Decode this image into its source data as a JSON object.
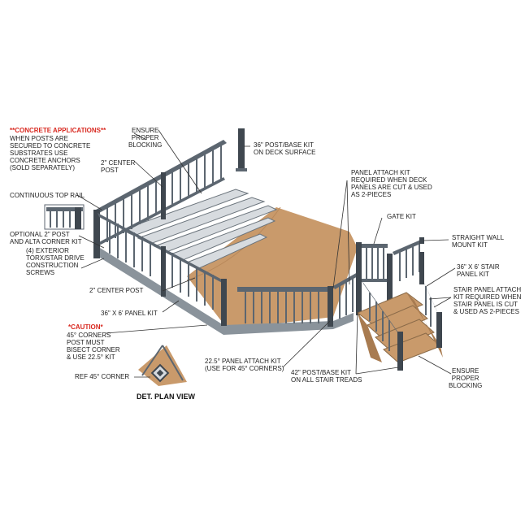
{
  "labels": {
    "concrete_title": "**CONCRETE APPLICATIONS**",
    "concrete_body": "WHEN POSTS ARE\nSECURED TO CONCRETE\nSUBSTRATES USE\nCONCRETE ANCHORS\n(SOLD SEPARATELY)",
    "ensure_proper_blocking_top": "ENSURE\nPROPER\nBLOCKING",
    "center_post_top": "2\" CENTER\nPOST",
    "continuous_top_rail": "CONTINUOUS TOP RAIL",
    "optional_corner_kit": "OPTIONAL 2\" POST\nAND ALTA CORNER KIT",
    "exterior_screws": "(4) EXTERIOR\nTORX/STAR DRIVE\nCONSTRUCTION\nSCREWS",
    "center_post_bottom": "2\" CENTER POST",
    "panel_kit_36x6": "36\" X 6' PANEL KIT",
    "caution_title": "*CAUTION*",
    "caution_body": "45° CORNERS\nPOST MUST\nBISECT CORNER\n& USE 22.5° KIT",
    "ref_45_corner": "REF 45° CORNER",
    "det_plan_view": "DET. PLAN VIEW",
    "post_base_kit_36": "36\" POST/BASE KIT\nON DECK SURFACE",
    "panel_attach_kit": "PANEL ATTACH KIT\nREQUIRED WHEN DECK\nPANELS ARE CUT & USED\nAS 2-PIECES",
    "gate_kit": "GATE KIT",
    "straight_wall_mount": "STRAIGHT WALL\nMOUNT KIT",
    "stair_panel_kit": "36\" X 6' STAIR\nPANEL KIT",
    "stair_panel_attach": "STAIR PANEL ATTACH\nKIT REQUIRED WHEN\nSTAIR PANEL IS CUT\n& USED AS 2-PIECES",
    "panel_attach_22_5": "22.5° PANEL ATTACH KIT\n(USE FOR 45° CORNERS)",
    "post_base_kit_42": "42\" POST/BASE KIT\nON ALL STAIR TREADS",
    "ensure_proper_blocking_bottom": "ENSURE\nPROPER\nBLOCKING"
  },
  "colors": {
    "rail": "#5c6670",
    "rail_dark": "#3f474f",
    "deck": "#c99a6b",
    "deck_dark": "#a87b50",
    "joist": "#8a939b",
    "warning_red": "#d8281f"
  }
}
